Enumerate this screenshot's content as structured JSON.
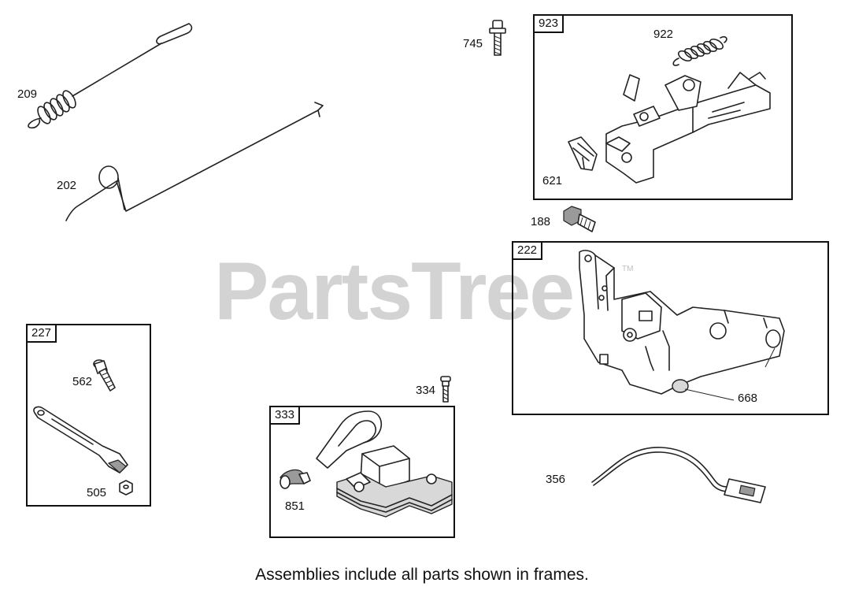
{
  "watermark": {
    "text": "PartsTree",
    "trademark": "TM"
  },
  "caption": "Assemblies include all parts shown in frames.",
  "frames": {
    "f923": {
      "tag": "923"
    },
    "f222": {
      "tag": "222"
    },
    "f227": {
      "tag": "227"
    },
    "f333": {
      "tag": "333"
    }
  },
  "parts": {
    "p209": "209",
    "p202": "202",
    "p745": "745",
    "p922": "922",
    "p621": "621",
    "p188": "188",
    "p668": "668",
    "p562": "562",
    "p505": "505",
    "p334": "334",
    "p851": "851",
    "p356": "356"
  },
  "icons": {
    "spring_209": "extension-spring-icon",
    "link_202": "governor-link-rod-icon",
    "screw_745": "screw-icon",
    "spring_922": "governor-spring-icon",
    "bracket_923": "control-bracket-icon",
    "clip_621": "cable-clip-icon",
    "screw_188": "flange-screw-icon",
    "bracket_222": "control-bracket-icon",
    "screw_562": "screw-icon",
    "lever_227": "governor-lever-icon",
    "nut_505": "nut-icon",
    "screw_334": "screw-icon",
    "coil_333": "ignition-armature-icon",
    "terminal_851": "spark-plug-terminal-icon",
    "wire_356": "ground-wire-icon"
  }
}
